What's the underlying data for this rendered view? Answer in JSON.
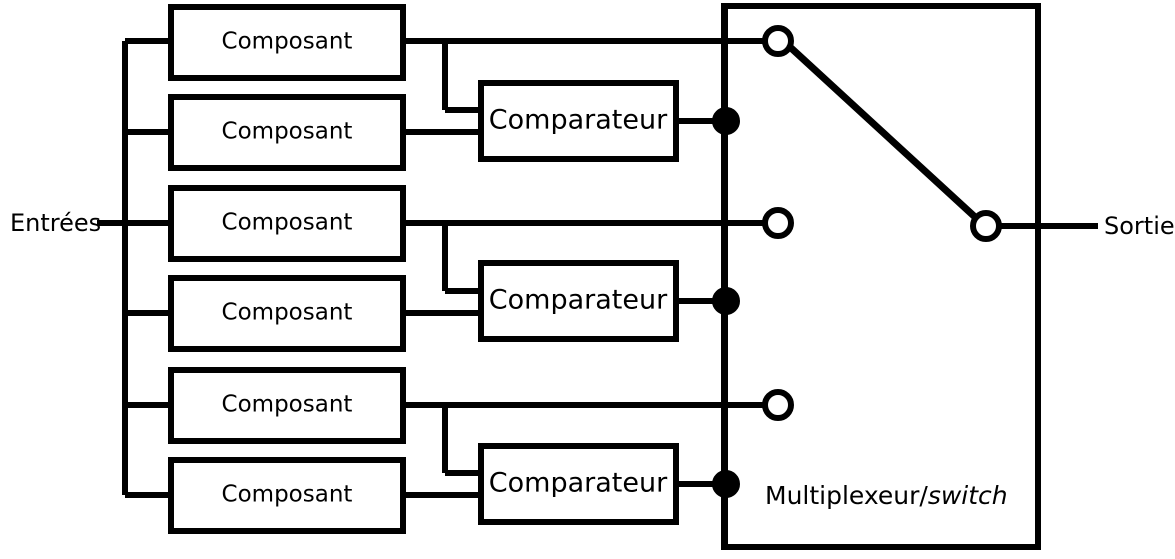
{
  "diagram": {
    "title": "Multiplexeur/switch component selection diagram",
    "colors": {
      "line": "#000000",
      "background": "#ffffff",
      "box_fill": "#ffffff"
    },
    "io_labels": {
      "input": "Entrées",
      "output": "Sortie"
    },
    "component_boxes": [
      {
        "label": "Composant"
      },
      {
        "label": "Composant"
      },
      {
        "label": "Composant"
      },
      {
        "label": "Composant"
      },
      {
        "label": "Composant"
      },
      {
        "label": "Composant"
      }
    ],
    "comparator_boxes": [
      {
        "label": "Comparateur"
      },
      {
        "label": "Comparateur"
      },
      {
        "label": "Comparateur"
      }
    ],
    "multiplexer": {
      "label_plain": "Multiplexeur/",
      "label_italic": "switch",
      "open_terminals": 3,
      "filled_terminals": 3,
      "output_terminal": 1,
      "selected_terminal_index": 0
    }
  }
}
